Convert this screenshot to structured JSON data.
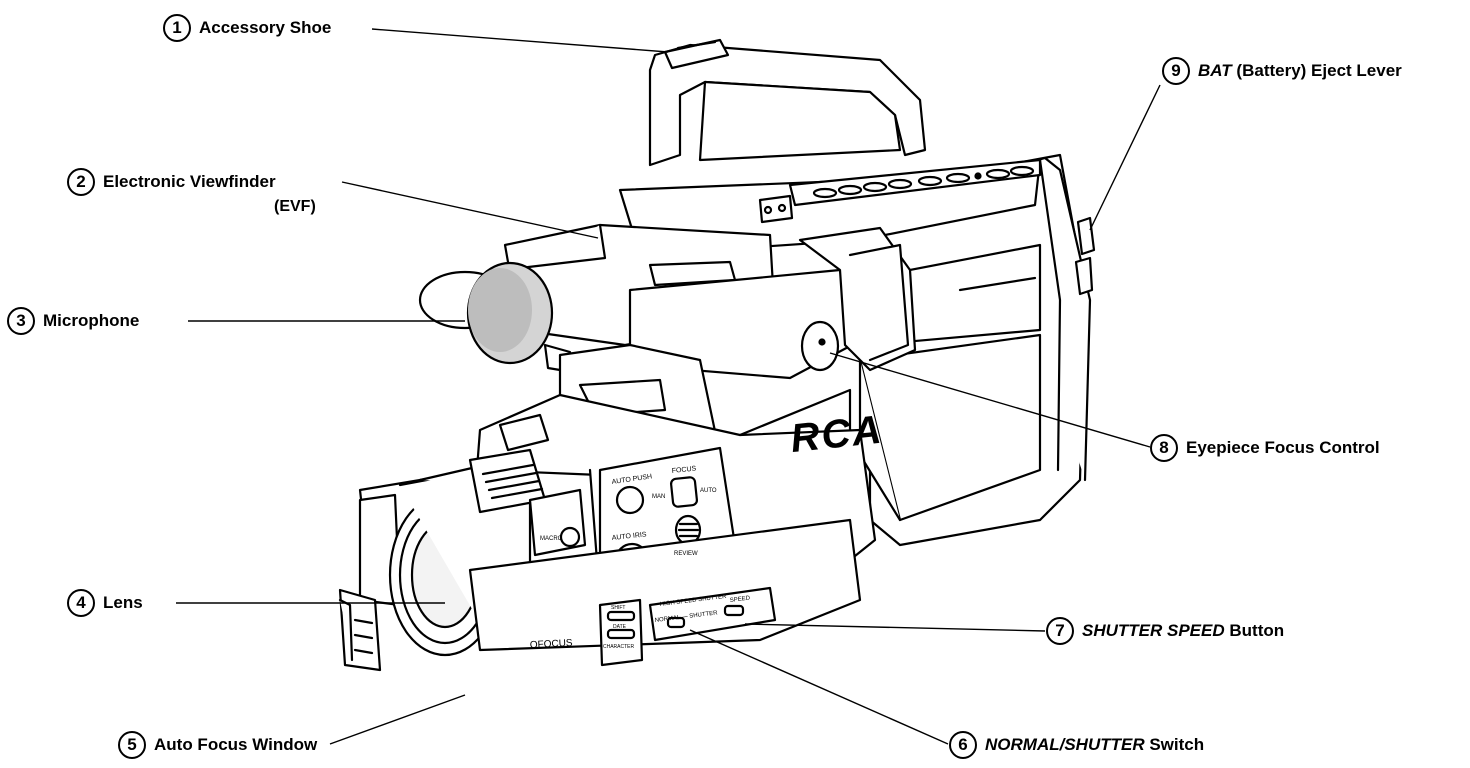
{
  "camera_marks": {
    "brand": "RCA",
    "auto_push": "AUTO PUSH",
    "focus": "FOCUS",
    "man": "MAN",
    "auto": "AUTO",
    "auto_iris": "AUTO IRIS",
    "review": "REVIEW",
    "macro": "MACRO",
    "af_focus": "OFOCUS",
    "high_speed_shutter": "HIGH SPEED SHUTTER",
    "normal_shutter": "NORMAL — SHUTTER",
    "speed": "SPEED",
    "shift": "SHIFT",
    "date": "DATE",
    "character": "CHARACTER"
  },
  "callouts": [
    {
      "num": "1",
      "label": "Accessory Shoe"
    },
    {
      "num": "2",
      "label": "Electronic Viewfinder",
      "sub": "(EVF)"
    },
    {
      "num": "3",
      "label": "Microphone"
    },
    {
      "num": "4",
      "label": "Lens"
    },
    {
      "num": "5",
      "label": "Auto Focus Window"
    },
    {
      "num": "6",
      "label_italic": "NORMAL/SHUTTER",
      "label": "Switch"
    },
    {
      "num": "7",
      "label_italic": "SHUTTER SPEED",
      "label": "Button"
    },
    {
      "num": "8",
      "label": "Eyepiece Focus Control"
    },
    {
      "num": "9",
      "label_italic": "BAT",
      "label": "(Battery) Eject Lever"
    }
  ]
}
